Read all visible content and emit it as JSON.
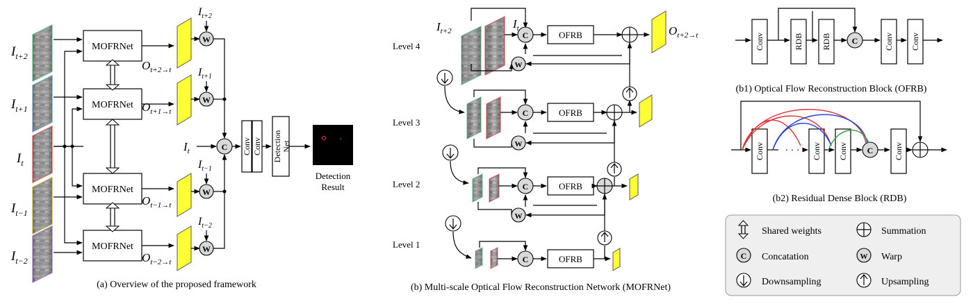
{
  "colors": {
    "border_t2": "#3cb371",
    "border_t1": "#4682b4",
    "border_t": "#d22b2b",
    "border_tm1": "#b8a000",
    "border_tm2": "#8a4fbf",
    "flow_fill": "#ffff33",
    "op_fill": "#d9d9d9",
    "legend_bg": "#efefef"
  },
  "a": {
    "mofrnet": "MOFRNet",
    "inputs": {
      "tp2": {
        "main": "I",
        "sub": "t+2"
      },
      "tp1": {
        "main": "I",
        "sub": "t+1"
      },
      "t": {
        "main": "I",
        "sub": "t"
      },
      "tm1": {
        "main": "I",
        "sub": "t−1"
      },
      "tm2": {
        "main": "I",
        "sub": "t−2"
      }
    },
    "outputs": {
      "tp2": {
        "main": "O",
        "sub": "t+2→t"
      },
      "tp1": {
        "main": "O",
        "sub": "t+1→t"
      },
      "tm1": {
        "main": "O",
        "sub": "t−1→t"
      },
      "tm2": {
        "main": "O",
        "sub": "t−2→t"
      }
    },
    "warp_symbol": "W",
    "concat_symbol": "C",
    "conv1": "Conv",
    "conv2": "Conv",
    "detnet_line1": "Detection",
    "detnet_line2": "Net",
    "result_line1": "Detection",
    "result_line2": "Result",
    "caption": "(a) Overview of the proposed framework"
  },
  "b": {
    "levels": [
      "Level 4",
      "Level 3",
      "Level 2",
      "Level 1"
    ],
    "ofrb": "OFRB",
    "in_tp2": {
      "main": "I",
      "sub": "t+2"
    },
    "in_t": {
      "main": "I",
      "sub": "t"
    },
    "out": {
      "main": "O",
      "sub": "t+2→t"
    },
    "caption": "(b)  Multi-scale Optical Flow Reconstruction Network (MOFRNet)"
  },
  "b1": {
    "blocks": [
      "Conv",
      "RDB",
      "RDB",
      "Conv",
      "Conv"
    ],
    "caption": "(b1)  Optical Flow Reconstruction Block (OFRB)"
  },
  "b2": {
    "blocks": [
      "Conv",
      "Conv",
      "Conv",
      "Conv"
    ],
    "dots": "· · ·",
    "caption": "(b2) Residual Dense Block (RDB)"
  },
  "legend": {
    "shared": "Shared weights",
    "summation": "Summation",
    "concat": "Concatation",
    "warp": "Warp",
    "down": "Downsampling",
    "up": "Upsampling"
  }
}
